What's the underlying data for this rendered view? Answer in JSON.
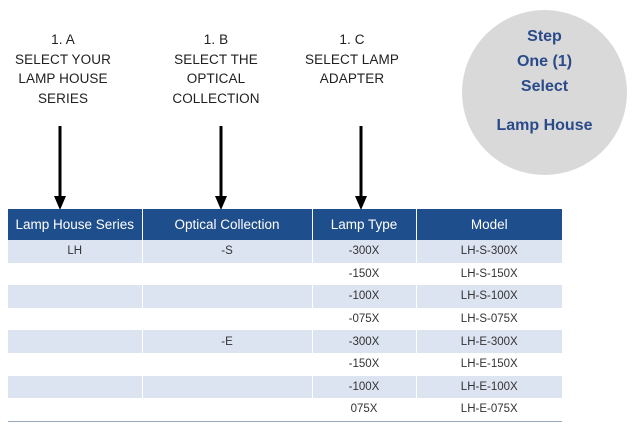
{
  "steps": {
    "a": {
      "lines": [
        "1. A",
        "SELECT YOUR",
        "LAMP HOUSE",
        "SERIES"
      ]
    },
    "b": {
      "lines": [
        "1. B",
        "SELECT THE",
        "OPTICAL",
        "COLLECTION"
      ]
    },
    "c": {
      "lines": [
        "1. C",
        "SELECT LAMP",
        "ADAPTER"
      ]
    }
  },
  "badge": {
    "lines": [
      "Step",
      "One (1)",
      "Select"
    ],
    "sub": "Lamp House"
  },
  "table": {
    "headers": [
      "Lamp House Series",
      "Optical Collection",
      "Lamp Type",
      "Model"
    ],
    "rows": [
      [
        "LH",
        "-S",
        "-300X",
        "LH-S-300X"
      ],
      [
        "",
        "",
        "-150X",
        "LH-S-150X"
      ],
      [
        "",
        "",
        "-100X",
        "LH-S-100X"
      ],
      [
        "",
        "",
        "-075X",
        "LH-S-075X"
      ],
      [
        "",
        "-E",
        "-300X",
        "LH-E-300X"
      ],
      [
        "",
        "",
        "-150X",
        "LH-E-150X"
      ],
      [
        "",
        "",
        "-100X",
        "LH-E-100X"
      ],
      [
        "",
        "",
        "075X",
        "LH-E-075X"
      ]
    ]
  },
  "colors": {
    "header_bg": "#1f4e8c",
    "row_shade": "#dce3f1",
    "badge_bg": "#d9d9d9",
    "badge_text": "#2a4a8a"
  }
}
